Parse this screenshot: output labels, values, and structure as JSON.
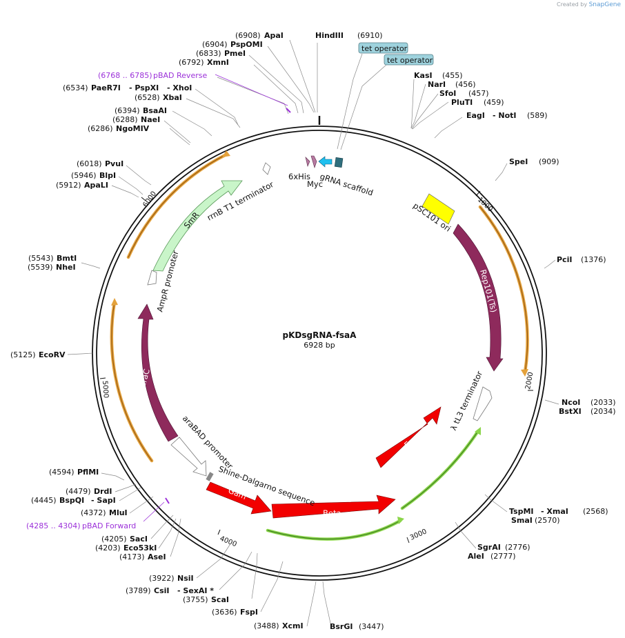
{
  "credit": {
    "prefix": "Created by",
    "brand": "SnapGene"
  },
  "plasmid": {
    "name": "pKDsgRNA-fsaA",
    "size": "6928 bp"
  },
  "colors": {
    "backbone": "#111111",
    "rep": "#8e2a5c",
    "gam": "#f20000",
    "smr": "#c9f5c9",
    "orange": "#e4a23c",
    "green": "#8bd54a",
    "yellow": "#ffff00",
    "cyan": "#1ec0ef",
    "teal": "#2f6e7d",
    "pink": "#b77aa1",
    "primer": "#9b30d9",
    "tetop": "#9ed2dd"
  },
  "ticks": [
    "1000",
    "2000",
    "3000",
    "4000",
    "5000",
    "6000"
  ],
  "sites": [
    {
      "id": "apai",
      "num": "(6908)",
      "name": "ApaI"
    },
    {
      "id": "hindiii",
      "num": "(6910)",
      "name": "HindIII"
    },
    {
      "id": "pspomi",
      "num": "(6904)",
      "name": "PspOMI"
    },
    {
      "id": "pmei",
      "num": "(6833)",
      "name": "PmeI"
    },
    {
      "id": "xmni",
      "num": "(6792)",
      "name": "XmnI"
    },
    {
      "id": "paer7i",
      "num": "(6534)",
      "name": "PaeR7I",
      "extra": "- PspXI",
      "extra2": "- XhoI"
    },
    {
      "id": "xbai",
      "num": "(6528)",
      "name": "XbaI"
    },
    {
      "id": "bsaai",
      "num": "(6394)",
      "name": "BsaAI"
    },
    {
      "id": "naei",
      "num": "(6288)",
      "name": "NaeI"
    },
    {
      "id": "ngomiv",
      "num": "(6286)",
      "name": "NgoMIV"
    },
    {
      "id": "pvui",
      "num": "(6018)",
      "name": "PvuI"
    },
    {
      "id": "blpi",
      "num": "(5946)",
      "name": "BlpI"
    },
    {
      "id": "apali",
      "num": "(5912)",
      "name": "ApaLI"
    },
    {
      "id": "bmti",
      "num": "(5543)",
      "name": "BmtI"
    },
    {
      "id": "nhei",
      "num": "(5539)",
      "name": "NheI"
    },
    {
      "id": "ecorv",
      "num": "(5125)",
      "name": "EcoRV"
    },
    {
      "id": "pflmi",
      "num": "(4594)",
      "name": "PflMI"
    },
    {
      "id": "drdi",
      "num": "(4479)",
      "name": "DrdI"
    },
    {
      "id": "bspqi",
      "num": "(4445)",
      "name": "BspQI",
      "extra": "- SapI"
    },
    {
      "id": "mlui",
      "num": "(4372)",
      "name": "MluI"
    },
    {
      "id": "saci",
      "num": "(4205)",
      "name": "SacI"
    },
    {
      "id": "eco53ki",
      "num": "(4203)",
      "name": "Eco53kI"
    },
    {
      "id": "asei",
      "num": "(4173)",
      "name": "AseI"
    },
    {
      "id": "nsii",
      "num": "(3922)",
      "name": "NsiI"
    },
    {
      "id": "csii",
      "num": "(3789)",
      "name": "CsiI",
      "extra": "- SexAI *"
    },
    {
      "id": "scai",
      "num": "(3755)",
      "name": "ScaI"
    },
    {
      "id": "fspi",
      "num": "(3636)",
      "name": "FspI"
    },
    {
      "id": "xcmi",
      "num": "(3488)",
      "name": "XcmI"
    },
    {
      "id": "bsrgi",
      "num": "(3447)",
      "name": "BsrGI"
    },
    {
      "id": "kasi",
      "num": "(455)",
      "name": "KasI"
    },
    {
      "id": "nari",
      "num": "(456)",
      "name": "NarI"
    },
    {
      "id": "sfoi",
      "num": "(457)",
      "name": "SfoI"
    },
    {
      "id": "pluti",
      "num": "(459)",
      "name": "PluTI"
    },
    {
      "id": "eagi",
      "num": "(589)",
      "name": "EagI",
      "extra": "- NotI"
    },
    {
      "id": "spei",
      "num": "(909)",
      "name": "SpeI"
    },
    {
      "id": "pcii",
      "num": "(1376)",
      "name": "PciI"
    },
    {
      "id": "ncoi",
      "num": "(2033)",
      "name": "NcoI"
    },
    {
      "id": "bstxi",
      "num": "(2034)",
      "name": "BstXI"
    },
    {
      "id": "tspmi",
      "num": "(2568)",
      "name": "TspMI",
      "extra": "- XmaI"
    },
    {
      "id": "smai",
      "num": "(2570)",
      "name": "SmaI"
    },
    {
      "id": "sgrai",
      "num": "(2776)",
      "name": "SgrAI"
    },
    {
      "id": "alei",
      "num": "(2777)",
      "name": "AleI"
    }
  ],
  "primers": [
    {
      "id": "pbad-reverse",
      "range": "(6768 .. 6785)",
      "name": "pBAD Reverse"
    },
    {
      "id": "pbad-forward",
      "range": "(4285 .. 4304)",
      "name": "pBAD Forward"
    }
  ],
  "tet_operators": [
    "tet operator",
    "tet operator"
  ],
  "features": {
    "psc101": "pSC101 ori",
    "rep101": "Rep101(Ts)",
    "tl3": "λ tL3 terminator",
    "exo": "Exo",
    "beta": "Beta",
    "gam": "Gam",
    "shine": "Shine-Dalgarno sequence",
    "arabad": "araBAD promoter",
    "arac": "araC",
    "ampr": "AmpR promoter",
    "smr": "SmR",
    "rrnb": "rrnB T1 terminator",
    "his": "6xHis",
    "myc": "Myc",
    "grna": "gRNA scaffold"
  }
}
